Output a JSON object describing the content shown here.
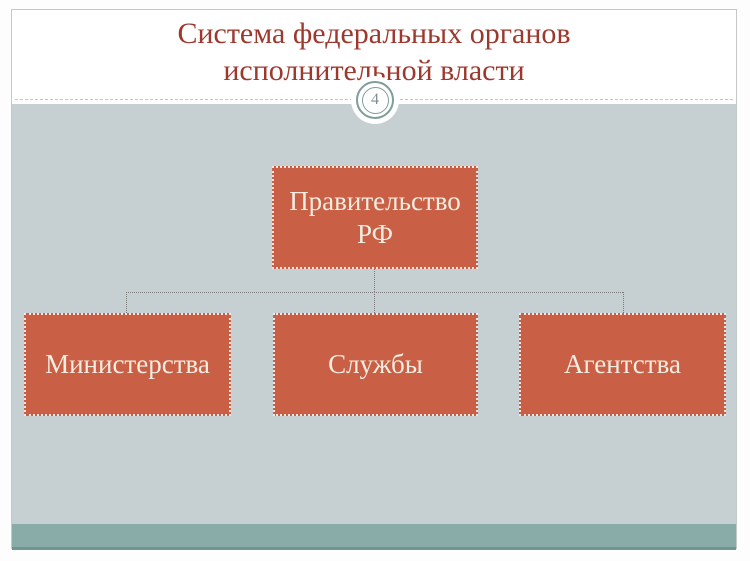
{
  "slide": {
    "page_number": "4",
    "title": "Система федеральных органов исполнительной власти",
    "title_lines": [
      "Система федеральных органов",
      "исполнительной власти"
    ],
    "diagram": {
      "type": "org-chart",
      "root_label": "Правительство РФ",
      "children": [
        {
          "label": "Министерства"
        },
        {
          "label": "Службы"
        },
        {
          "label": "Агентства"
        }
      ]
    },
    "colors": {
      "title_text": "#9D382D",
      "body_background": "#C6CFD2",
      "node_fill": "#C96045",
      "node_border": "#FFFFFF",
      "node_text": "#F2ECE1",
      "footer_band": "#89ACA8",
      "footer_band_edge": "#73958F",
      "connector": "#7A7A7A",
      "page_ring": "#7F9D99",
      "page_number_text": "#7F8F8F"
    }
  }
}
